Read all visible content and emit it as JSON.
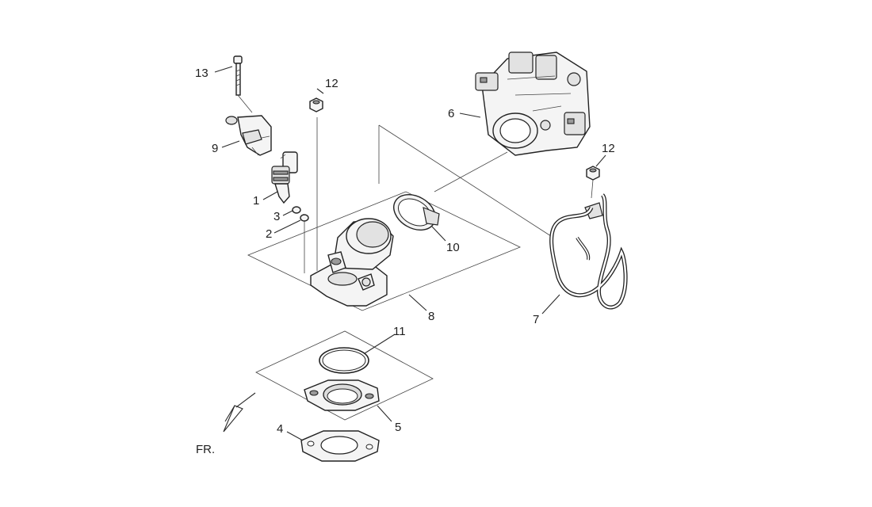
{
  "callouts": {
    "c1": "1",
    "c2": "2",
    "c3": "3",
    "c4": "4",
    "c5": "5",
    "c6": "6",
    "c7": "7",
    "c8": "8",
    "c9": "9",
    "c10": "10",
    "c11": "11",
    "c12a": "12",
    "c12b": "12",
    "c13": "13"
  },
  "direction_label": "FR."
}
